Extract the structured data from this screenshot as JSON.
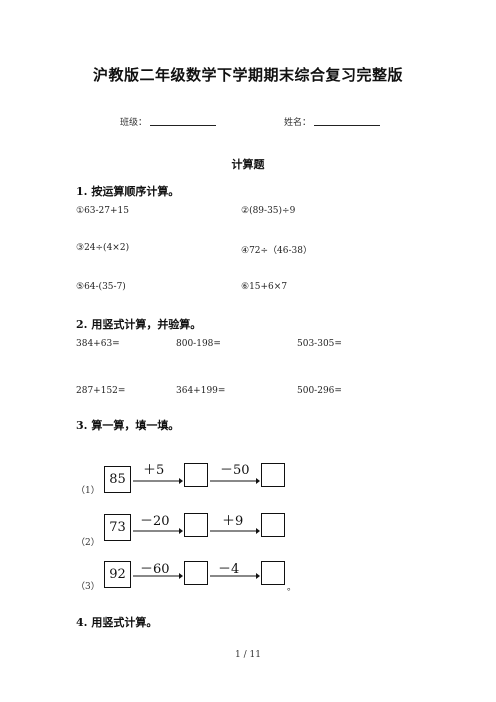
{
  "title": "沪教版二年级数学下学期期末综合复习完整版",
  "fields": {
    "class_label": "班级：",
    "name_label": "姓名："
  },
  "subtitle": "计算题",
  "sections": [
    {
      "heading": "1. 按运算顺序计算。",
      "items": [
        "①63-27+15",
        "②(89-35)÷9",
        "③24÷(4×2)",
        "④72÷（46-38）",
        "⑤64-(35-7)",
        "⑥15+6×7"
      ]
    },
    {
      "heading": "2. 用竖式计算，并验算。",
      "items": [
        "384+63=",
        "800-198=",
        "503-305=",
        "287+152=",
        "364+199=",
        "500-296="
      ]
    },
    {
      "heading": "3. 算一算，填一填。",
      "rows": [
        {
          "label": "（1）",
          "start": "85",
          "op1": "＋5",
          "op2": "－50"
        },
        {
          "label": "（2）",
          "start": "73",
          "op1": "－20",
          "op2": "＋9"
        },
        {
          "label": "（3）",
          "start": "92",
          "op1": "－60",
          "op2": "－4"
        }
      ],
      "trailing": "。"
    },
    {
      "heading": "4. 用竖式计算。"
    }
  ],
  "footer": "1 / 11"
}
